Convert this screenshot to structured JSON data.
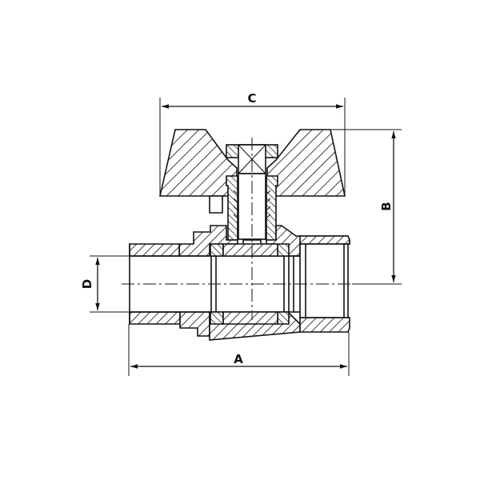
{
  "drawing": {
    "subject": "Ball valve, male x female thread, butterfly (T) handle — sectional view",
    "colors": {
      "line": "#111111",
      "background": "#ffffff"
    }
  },
  "dimensions": {
    "A": {
      "label": "A",
      "meaning": "overall length"
    },
    "B": {
      "label": "B",
      "meaning": "height from pipe axis to top of handle"
    },
    "C": {
      "label": "C",
      "meaning": "handle width"
    },
    "D": {
      "label": "D",
      "meaning": "bore / port diameter"
    }
  }
}
